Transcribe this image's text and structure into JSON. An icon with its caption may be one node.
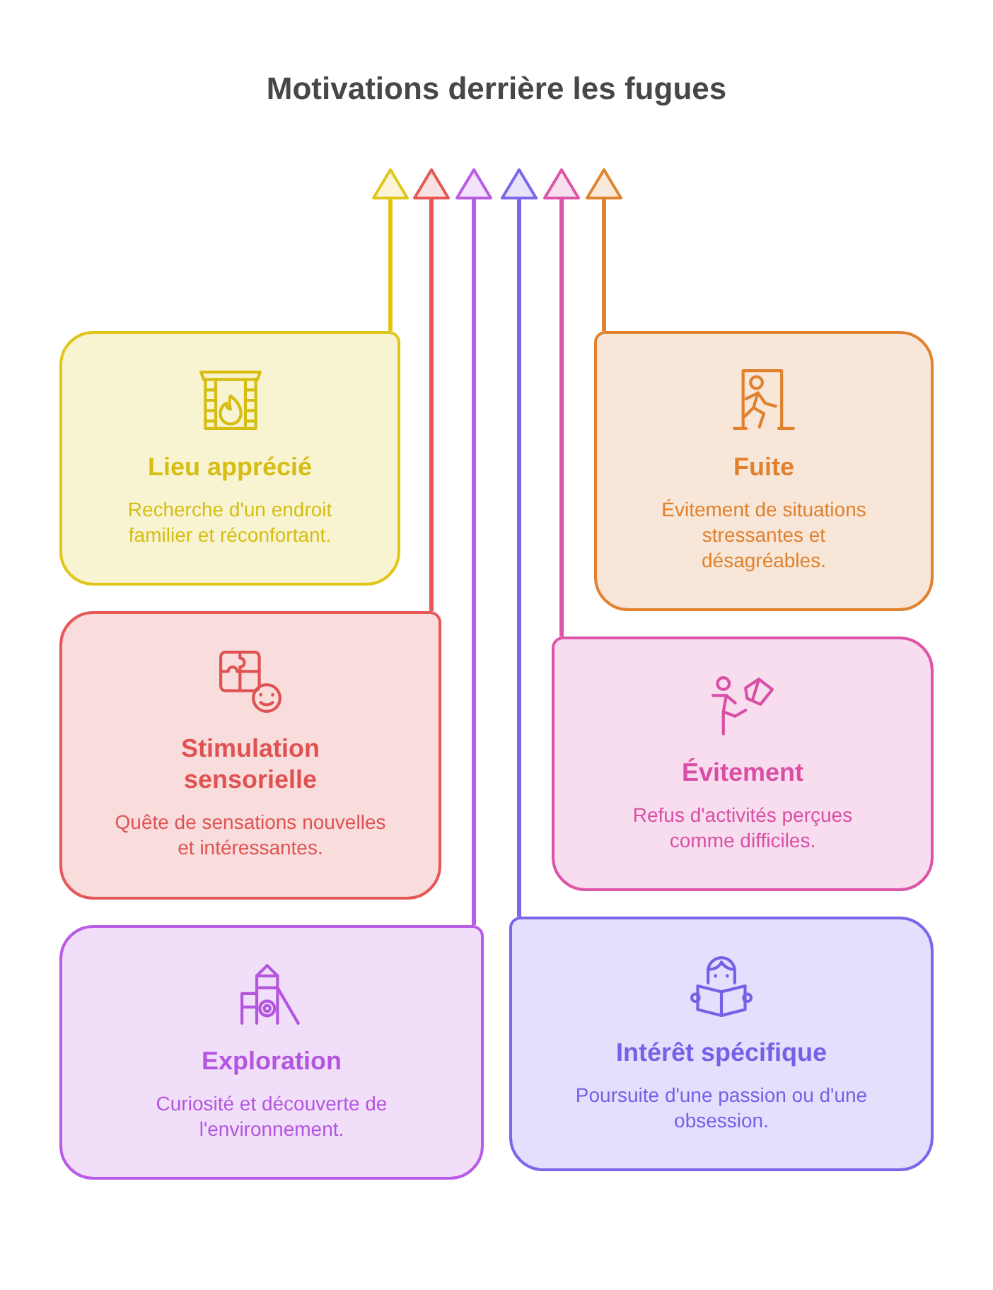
{
  "diagram": {
    "title": "Motivations derrière les fugues",
    "nodes": [
      {
        "text": [
          "Lieu apprécié",
          "Recherche d'un endroit familier et réconfortant."
        ]
      },
      {
        "text": [
          "Fuite",
          "Évitement de situations stressantes et désagréables."
        ]
      },
      {
        "text": [
          "Stimulation sensorielle",
          "Quête de sensations nouvelles et intéressantes."
        ]
      },
      {
        "text": [
          "Évitement",
          "Refus d'activités perçues comme difficiles."
        ]
      },
      {
        "text": [
          "Exploration",
          "Curiosité et découverte de l'environnement."
        ]
      },
      {
        "text": [
          "Intérêt spécifique",
          "Poursuite d'une passion ou d'une obsession."
        ]
      }
    ],
    "edges": [
      {
        "from": 0,
        "to": null,
        "arrow": "to",
        "color": "#e0c61a"
      },
      {
        "from": 1,
        "to": null,
        "arrow": "to",
        "color": "#e08330"
      },
      {
        "from": 2,
        "to": null,
        "arrow": "to",
        "color": "#e45858"
      },
      {
        "from": 3,
        "to": null,
        "arrow": "to",
        "color": "#dc55a8"
      },
      {
        "from": 4,
        "to": null,
        "arrow": "to",
        "color": "#b85ce6"
      },
      {
        "from": 5,
        "to": null,
        "arrow": "to",
        "color": "#7a67ea"
      }
    ]
  }
}
